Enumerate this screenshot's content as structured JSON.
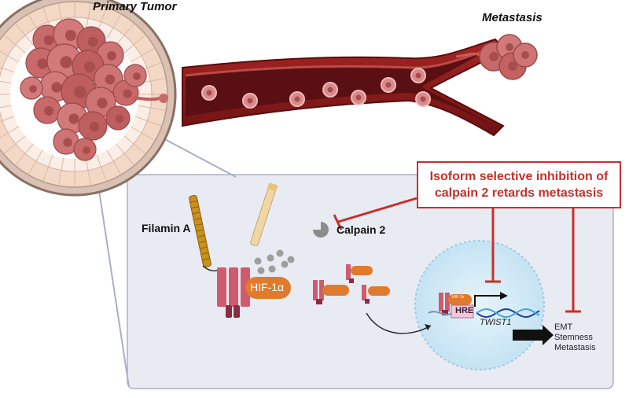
{
  "labels": {
    "primary_tumor": "Primary Tumor",
    "metastasis_top": "Metastasis",
    "filamin_a": "Filamin A",
    "calpain_2": "Calpain 2",
    "hif1a_large": "HIF-1α",
    "hif1a_small": "HIF-1α",
    "hre": "HRE",
    "twist1": "TWIST1"
  },
  "callout": {
    "line1": "Isoform selective inhibition of",
    "line2": "calpain 2 retards metastasis"
  },
  "outcomes": [
    "EMT",
    "Stemness",
    "Metastasis"
  ],
  "colors": {
    "inhibition": "#c8302b",
    "vessel": "#8b1c1c",
    "vessel_lumen": "#5a0f12",
    "tumor_cell": "#c86a6a",
    "cell_panel": "#e9ebf3",
    "hif": "#e07b2c",
    "filamin_gold": "#c9901c",
    "nucleus": "#d6ecf7"
  }
}
